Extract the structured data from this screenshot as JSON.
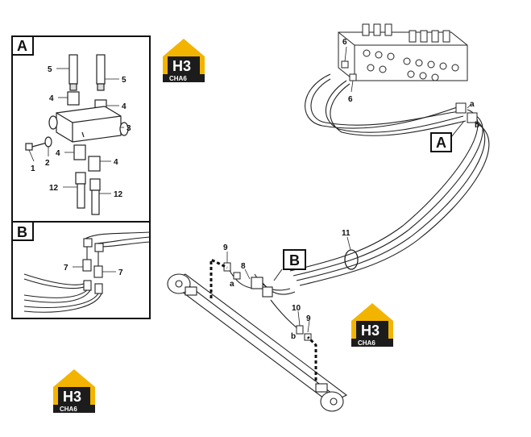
{
  "panels": {
    "a": {
      "tag": "A"
    },
    "b": {
      "tag": "B"
    }
  },
  "callouts": {
    "main_a": "A",
    "main_b": "B"
  },
  "part_labels": {
    "p1": "1",
    "p2": "2",
    "p3": "3",
    "p4a": "4",
    "p4b": "4",
    "p4c": "4",
    "p4d": "4",
    "p5a": "5",
    "p5b": "5",
    "p6a": "6",
    "p6b": "6",
    "p7a": "7",
    "p7b": "7",
    "p8": "8",
    "p9a": "9",
    "p9b": "9",
    "p10": "10",
    "p11": "11",
    "p12a": "12",
    "p12b": "12",
    "la1": "a",
    "la2": "a",
    "lb1": "b",
    "lb2": "b"
  },
  "watermark": {
    "mark": "H3",
    "text": "CHA6"
  },
  "colors": {
    "line": "#1a1a1a",
    "logo_yellow": "#f3b400",
    "logo_dark": "#1c1c1c"
  }
}
